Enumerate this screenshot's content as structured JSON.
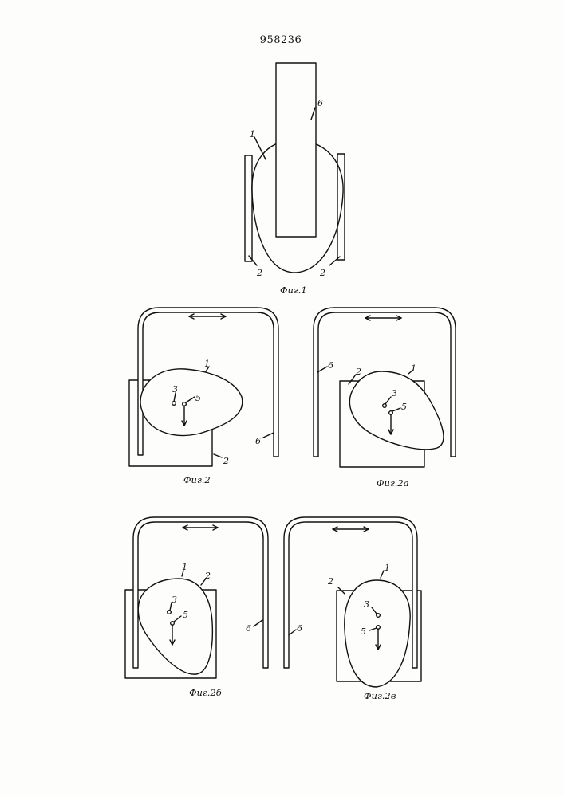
{
  "patent_number": "958236",
  "fig1": {
    "caption": "Фиг.1",
    "labels": {
      "part1": "1",
      "part6": "6",
      "part2_left": "2",
      "part2_right": "2"
    }
  },
  "fig2": {
    "caption": "Фиг.2",
    "labels": {
      "part1": "1",
      "part3": "3",
      "part5": "5",
      "part6": "6",
      "part2": "2"
    }
  },
  "fig2a": {
    "caption": "Фиг.2а",
    "labels": {
      "part1": "1",
      "part2": "2",
      "part3": "3",
      "part5": "5",
      "part6": "6"
    }
  },
  "fig2b": {
    "caption": "Фиг.2б",
    "labels": {
      "part1": "1",
      "part2": "2",
      "part3": "3",
      "part5": "5",
      "part6": "6"
    }
  },
  "fig2v": {
    "caption": "Фиг.2в",
    "labels": {
      "part1": "1",
      "part2": "2",
      "part3": "3",
      "part5": "5",
      "part6": "6"
    }
  }
}
